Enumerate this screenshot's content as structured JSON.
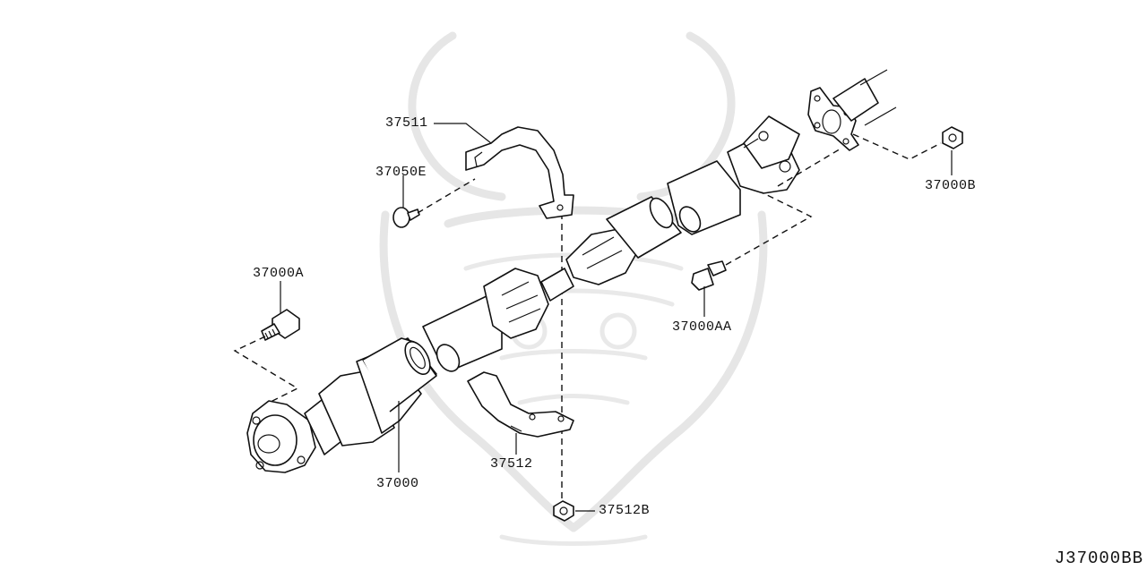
{
  "diagram": {
    "type": "exploded-parts-diagram",
    "colors": {
      "line": "#111111",
      "background": "#ffffff",
      "watermark": "#e6e6e6"
    },
    "labels": {
      "p37511": "37511",
      "p37050E": "37050E",
      "p37000A": "37000A",
      "p37000B": "37000B",
      "p37000AA": "37000AA",
      "p37000": "37000",
      "p37512": "37512",
      "p37512B": "37512B"
    },
    "diagram_code": "J37000BB"
  }
}
